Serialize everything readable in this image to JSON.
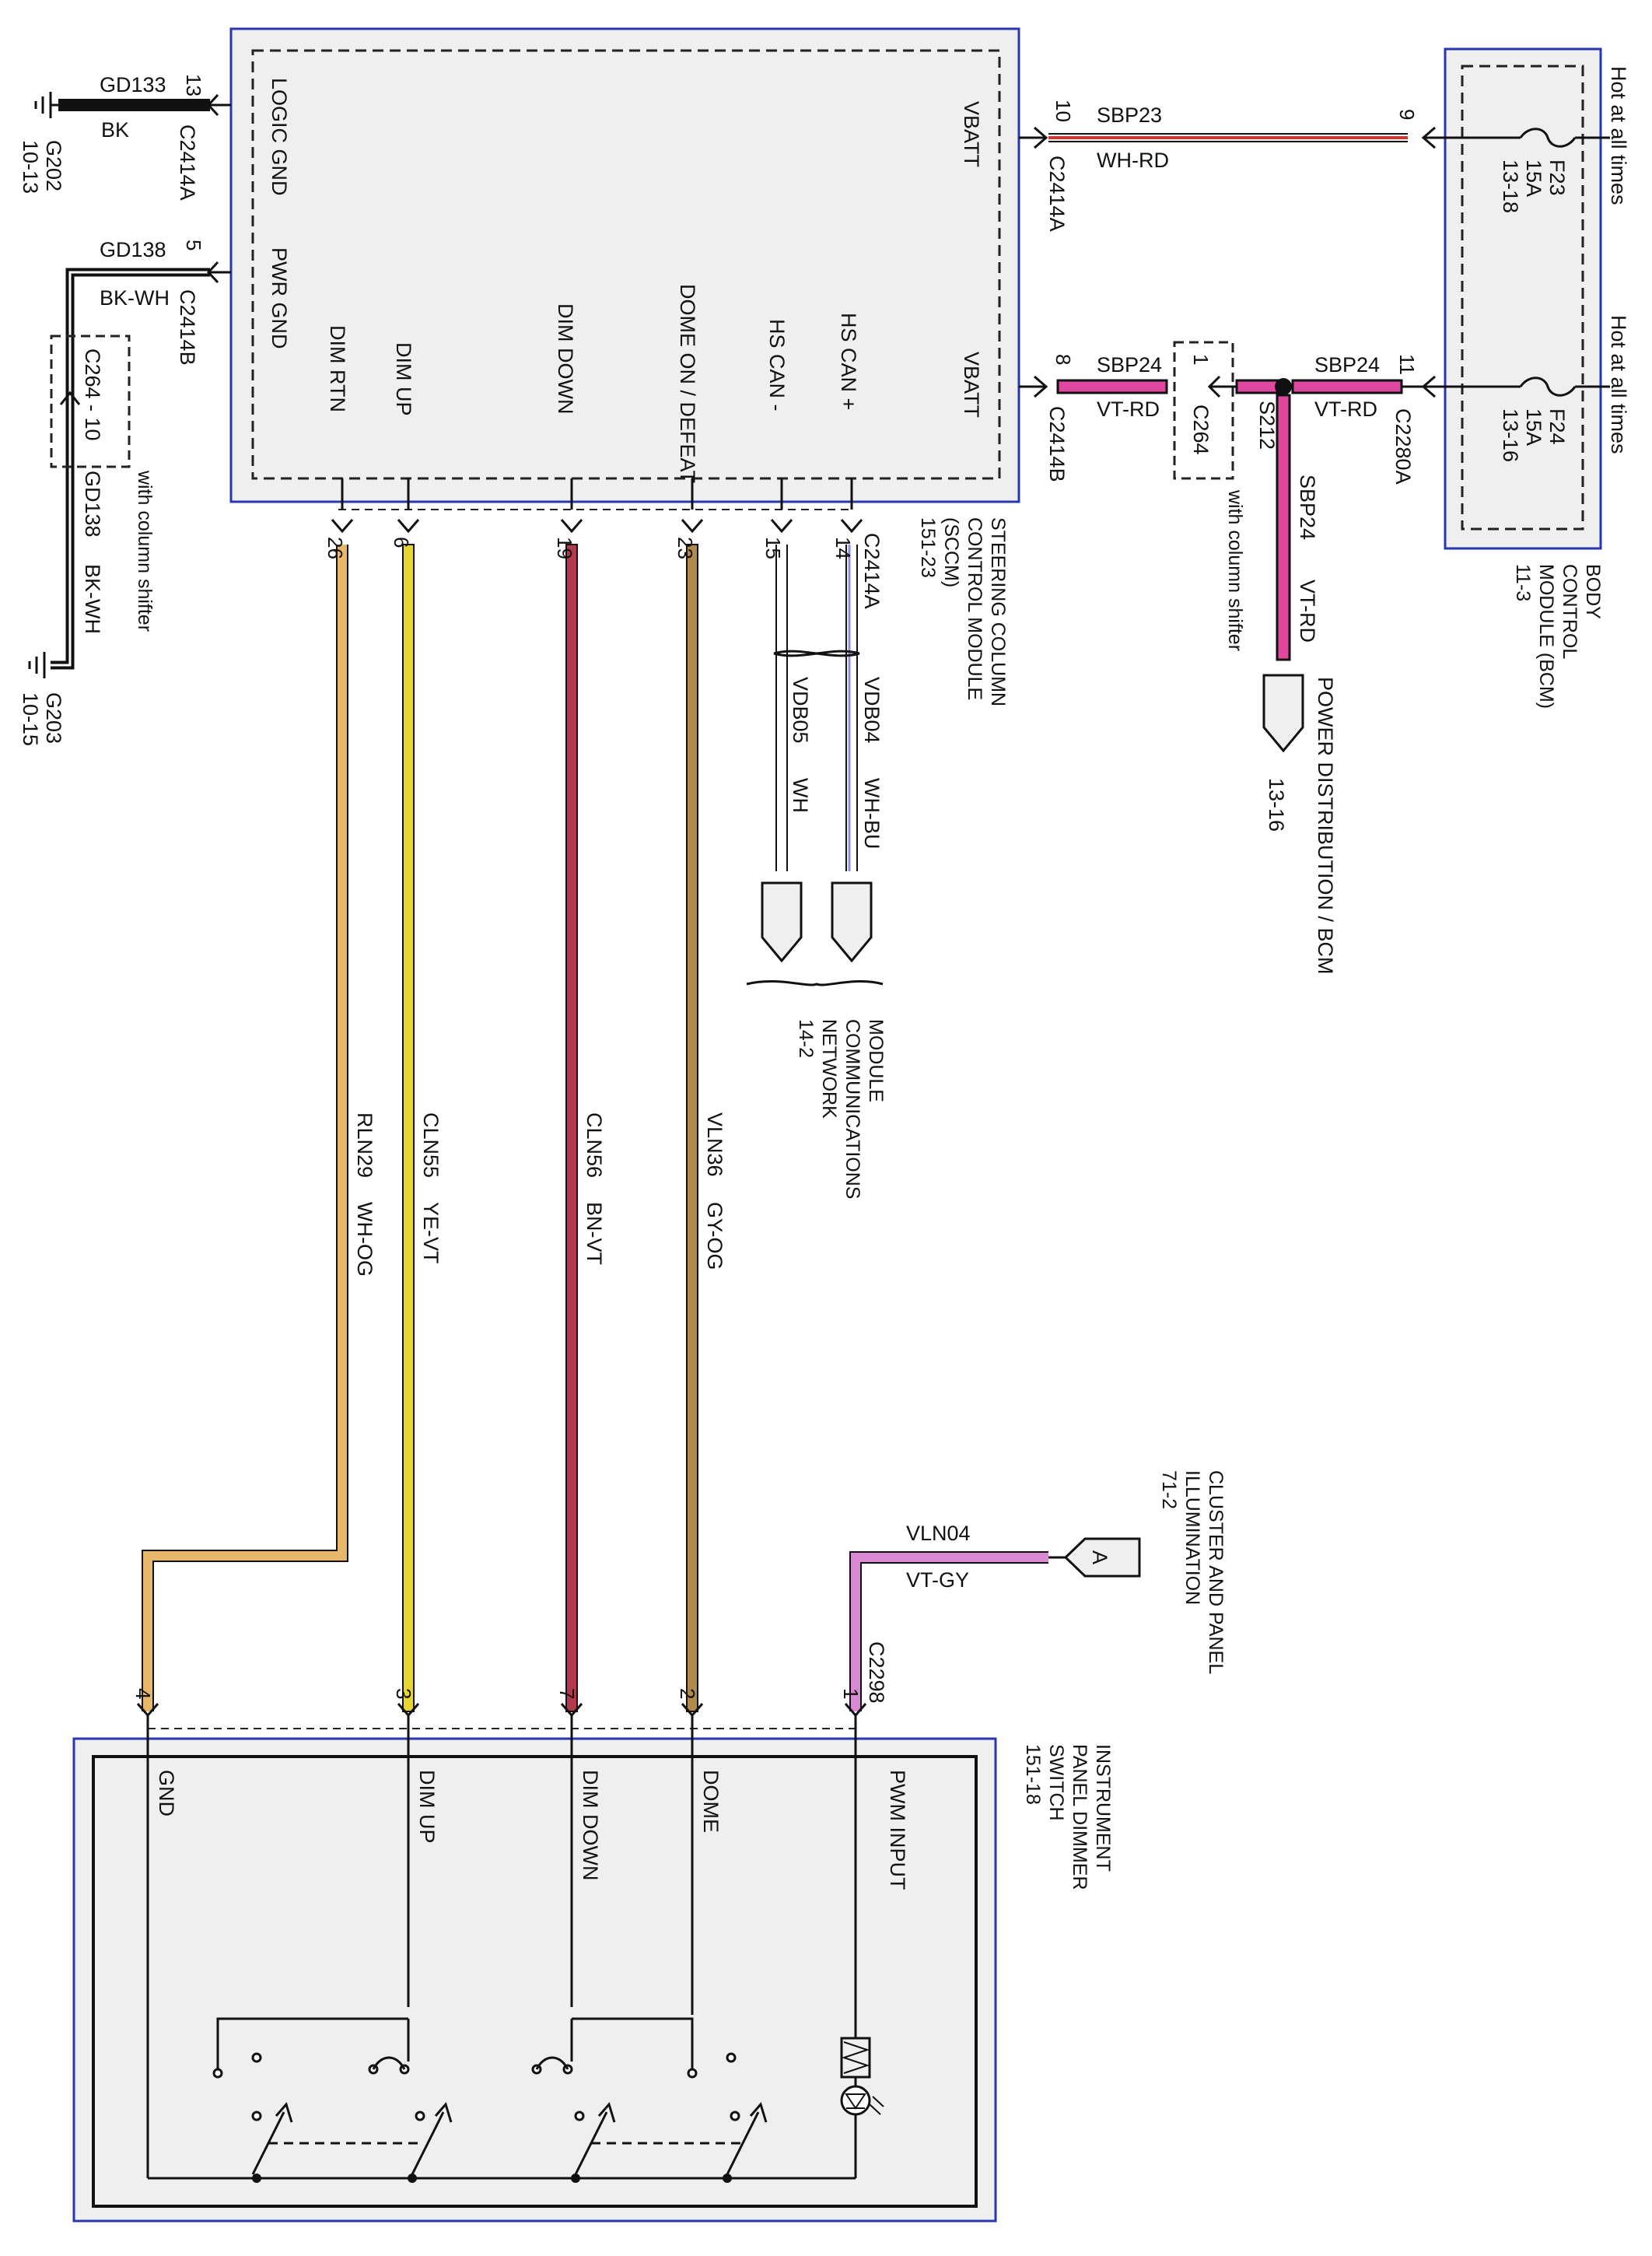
{
  "sccm": {
    "title": [
      "STEERING COLUMN",
      "CONTROL MODULE",
      "(SCCM)",
      "151-23"
    ],
    "pins": {
      "logic_gnd": "LOGIC GND",
      "pwr_gnd": "PWR GND",
      "vbatt_top": "VBATT",
      "vbatt_bottom": "VBATT",
      "hs_can_plus": "HS CAN +",
      "hs_can_minus": "HS CAN -",
      "dome": "DOME ON / DEFEAT",
      "dim_down": "DIM DOWN",
      "dim_up": "DIM UP",
      "dim_rtn": "DIM RTN"
    }
  },
  "ground_logic": {
    "circuit": "GD133",
    "color_code": "BK",
    "pin": "13",
    "connector": "C2414A",
    "ground": "G202",
    "ref": "10-13"
  },
  "ground_power": {
    "circuit": "GD138",
    "color_code": "BK-WH",
    "pin": "5",
    "connector": "C2414B",
    "inline_connector": "C264 - 10",
    "inline_circuit": "GD138",
    "inline_color": "BK-WH",
    "inline_note": "with column shifter",
    "ground": "G203",
    "ref": "10-15"
  },
  "vbatt_a": {
    "pin": "10",
    "connector": "C2414A",
    "circuit": "SBP23",
    "color_code": "WH-RD",
    "bcm_pin": "9",
    "fuse": "F23",
    "fuse_rating": "15A",
    "fuse_ref": "13-18",
    "hot_label": "Hot at all times",
    "wire_color": "#d9342b"
  },
  "vbatt_b": {
    "pin": "8",
    "connector": "C2414B",
    "circuit": "SBP24",
    "color_code": "VT-RD",
    "inline_connector": "C264",
    "inline_pin": "1",
    "inline_note": "with column shifter",
    "splice": "S212",
    "bcm_circuit": "SBP24",
    "bcm_color": "VT-RD",
    "bcm_pin": "11",
    "bcm_connector": "C2280A",
    "fuse": "F24",
    "fuse_rating": "15A",
    "fuse_ref": "13-16",
    "hot_label": "Hot at all times",
    "wire_color": "#e0479e"
  },
  "power_branch": {
    "circuit": "SBP24",
    "color_code": "VT-RD",
    "dest": "POWER DISTRIBUTION / BCM",
    "ref": "13-16"
  },
  "bcm": {
    "title": [
      "BODY",
      "CONTROL",
      "MODULE (BCM)",
      "11-3"
    ]
  },
  "can_bus": {
    "connector": "C2414A",
    "plus": {
      "pin": "14",
      "circuit": "VDB04",
      "color_code": "WH-BU"
    },
    "minus": {
      "pin": "15",
      "circuit": "VDB05",
      "color_code": "WH"
    },
    "dest": [
      "MODULE",
      "COMMUNICATIONS",
      "NETWORK",
      "14-2"
    ]
  },
  "dimmer_wires": [
    {
      "key": "dome",
      "sccm_pin": "23",
      "circuit": "VLN36",
      "color_code": "GY-OG",
      "switch_pin": "2",
      "wire_color": "#b08a4a"
    },
    {
      "key": "dim_down",
      "sccm_pin": "19",
      "circuit": "CLN56",
      "color_code": "BN-VT",
      "switch_pin": "7",
      "wire_color": "#b23a4c"
    },
    {
      "key": "dim_up",
      "sccm_pin": "6",
      "circuit": "CLN55",
      "color_code": "YE-VT",
      "switch_pin": "3",
      "wire_color": "#e8d630"
    },
    {
      "key": "dim_rtn",
      "sccm_pin": "26",
      "circuit": "RLN29",
      "color_code": "WH-OG",
      "switch_pin": "4",
      "wire_color": "#e8b86a"
    }
  ],
  "cluster": {
    "title": [
      "CLUSTER AND PANEL",
      "ILLUMINATION",
      "71-2"
    ],
    "connector_letter": "A",
    "circuit": "VLN04",
    "color_code": "VT-GY",
    "pin": "1",
    "connector": "C2298",
    "wire_color": "#d98ad3"
  },
  "dimmer_switch": {
    "title": [
      "INSTRUMENT",
      "PANEL DIMMER",
      "SWITCH",
      "151-18"
    ],
    "pins": {
      "pwm_input": "PWM INPUT",
      "dome": "DOME",
      "dim_down": "DIM DOWN",
      "dim_up": "DIM UP",
      "gnd": "GND"
    }
  },
  "colors": {
    "module_border": "#2a35b0",
    "module_fill": "#efefef"
  }
}
